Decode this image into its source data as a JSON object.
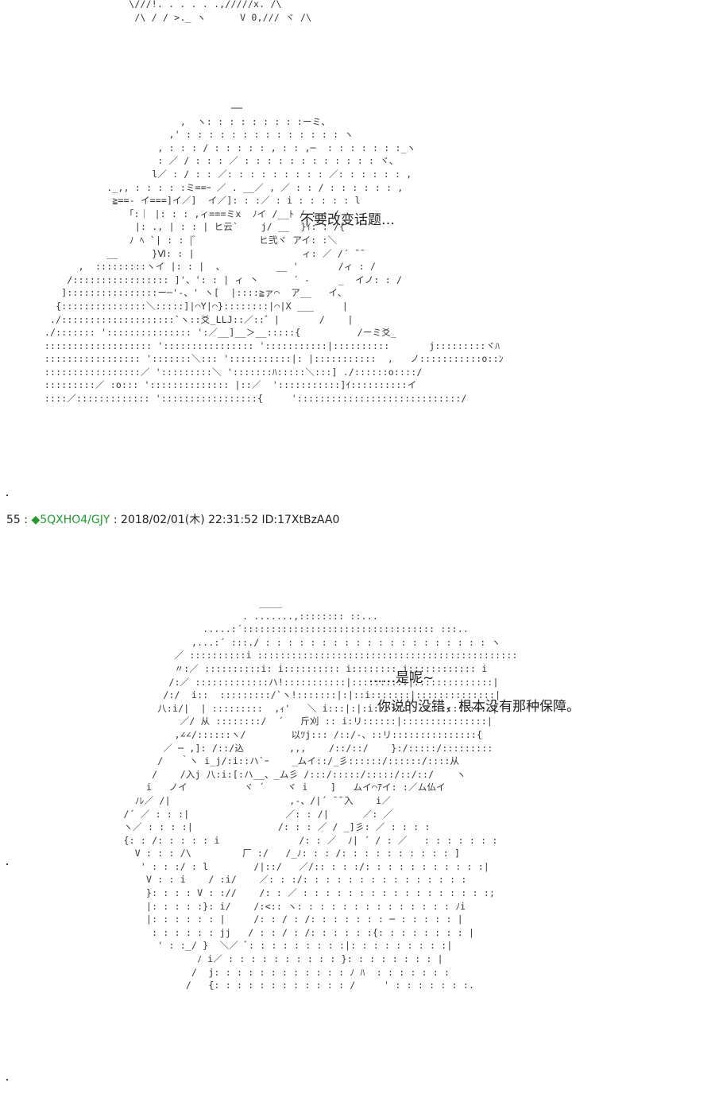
{
  "art_top": "  \\///!. . . . . .,/////x. /\\\n   /\\ / / >._ ヽ      V 0,/// ヾ /\\",
  "art_a": "                                        ──\n                               ,  ヽ: : : : : : : : :ーミ、\n                             ,' : : : : : : : : : : : : : : ヽ\n                           , : : : / : : : : : , : : ,─  : : : : : : :_ヽ\n                           : ／ / : : : ／ : : : : : : : : : : : : ヾ、\n                          l／ : / : : ／: : : : : : : : : ／: : : : : : ,\n                  ._,, : : : : :ミ==ｰ ／ . __／ , ／ : : / : : : : : : ,\n                   ≧==- イ===]イ／]  イ／]: : :／ : i : : : : : l\n                      ｢:｜ |: : : ,ィ===ミx  ﾉイ /__ﾄ / : : /\n                       |: ., | : : | ヒ云`    j/ __  }ｲ: : /{\n                      ﾉ ﾍ `| : : |ﾞ           ヒ弐ヾ アイ: :＼\n                  __      }Ⅵ: : |                   ィ: ／ /´ ̄ ̄\n             ,  :::::::::ヽイ |: : |  、         __ '       /ィ : /\n           /::::::::::::::::: ]'、': : | ィ 丶      ´ -     _  イノ: : /\n          ]::::::::::::::::ー─'-、' ヽ[  |::::≧ァ⌒  ア__   イ、\n         {:::::::::::::::＼:::::]|⌒Y|⌒}::::::::|⌒|X ___     |\n        ./::::::::::::::::::::`ヽ::爻_LLJ::／::゛|       /    |\n       ./::::::: '::::::::::::::: ':／__]__＞__:::::{          /ーミ爻_\n       ::::::::::::::::::: ':::::::::::::::: ':::::::::::|::::::::::       j:::::::::ヾﾊ\n       ::::::::::::::::: ':::::::＼::: ':::::::::::|: |:::::::::::  ,   ノ:::::::::::o::ﾝ\n       :::::::::::::::::／ ':::::::::＼ ':::::::ﾊ:::::＼:::] ./::::::o::::/\n       :::::::::／ :o::: ':::::::::::::: |::／  ':::::::::::]ｲ::::::::::イ\n       ::::／::::::::::::: ':::::::::::::::::{     ':::::::::::::::::::::::::::::/",
  "art_b": "                                    ____\n                                 . .......,:::::::: ::...\n                          .....:´:::::::::::::::::::::::::::::::::: :::..\n                        ,...:´ :::./ : : : : : : : : : : : : : : : : : : : : ヽ\n                     ／ ::::::::::i ::::::::::::::::::::::::::::::::::::::::::::::\n                     〃:／ ::::::::::i: i:::::::::: i:::::::: i:::::::::::: i\n                    /:／ :::::::::::::ハ!:::::::::::|::::::::::|::::::::::::::|\n                   /:/  i::  :::::::::/`ヽ!:::::::|:|::i:::::::|::::::::::::::|\n                  八:i/|  | :::::::::  ,ｨ'   ＼ i:::|:|:i::::::|::::::::::::::|\n                      ／/ 从 ::::::::/  ´   斤刈 :: i:リ::::::|:::::::::::::::|\n                     ,∠∠/::::::ヽ/        以ﾂj::: /::/-、::リ:::::::::::::::{\n                   ／ ─ ,]: /::/込        ,,,    /::/::/    }:/:::::/:::::::::\n                  /   ｀ヽ i_j/:i::ハ`ｰ    _ムイ::/_彡::::::/::::::/::::从\n                 /    /入j 八:i:[:ハ__、_ム彡 /:::/:::::/:::::/::/::/    ヽ\n                i   ノイ          ヾ ´    ヾ i    ]   ムイ⌒ｱイ: :／ム仏イ\n              ﾉﾚ／ /|                     ,-、/|´ ̄ ̄ ̄入    i／\n            /´ ／ : : :|                 ／: : /|      ／: ／\n            ヽ／ : : : :|               /: : : ／ / _]彡: ／ : : : :\n            {: : /: : : : : i              /: : ／  ﾉ| ´ / : ／   : : : : : : :\n              V : : : /\\         厂 :/   /_ﾉ: : : /: : : : : : : : : : ]\n               ' : : :/ : l        /|::/   ／/:: : : :/: : : : : : : : : : :|\n                V : : i    / :i/    ／: : :/: : : : : : : : : : : : : : :\n                }: : : : V : ://    /: : ／ : : : : : : : : : : : : : : : : :;\n                |: : : : :}: i/    /:<:: ヽ: : : : : : : : : : : : : : ﾉi\n                |: : : : : : |     /: : / : /: : : : : : : ─ : : : : : |\n                 : : : : : : jj   / : : / : /: : : : : :{: : : : : : : : |\n                  ' : :_/ }  ＼／ ﾞ: : : : : : : : :|: : : : : : : : :|\n                         ﾉ i／ : : : : : : : : : : }: : : : : : : : |\n                        /  j: : : : : : : : : : : : ﾉ ﾊ  : : : : : : :\n                       /   {: : : : : : : : : : : : /     ' : : : : : : :.",
  "speech_a": "不要改变话题…",
  "speech_b1": "……是呢~",
  "speech_b2": "你说的没错，根本没有那种保障。",
  "post": {
    "number": "55",
    "sep": " : ",
    "trip": "◆5QXHO4/GJY",
    "meta": " : 2018/02/01(木) 22:31:52 ID:17XtBzAA0"
  },
  "colors": {
    "trip": "#1f9c2c",
    "text": "#222222"
  }
}
